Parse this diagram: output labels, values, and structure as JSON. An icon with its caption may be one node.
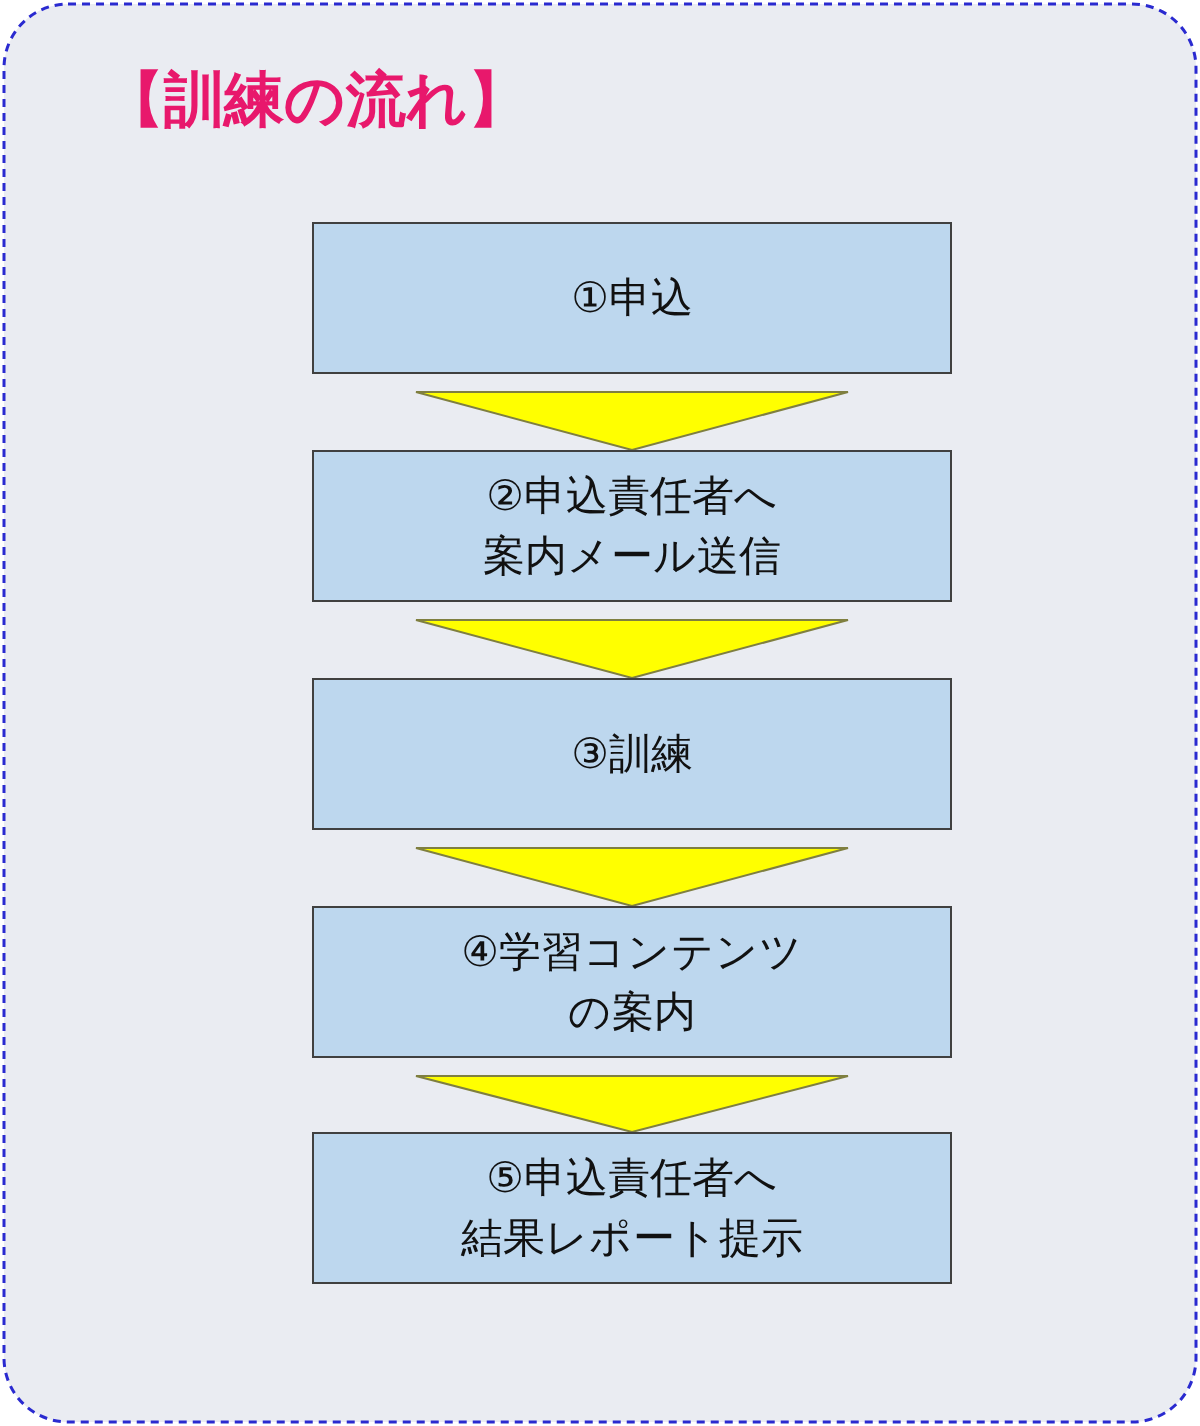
{
  "diagram": {
    "title": "【訓練の流れ】",
    "nodes": [
      {
        "text": [
          "①申込"
        ]
      },
      {
        "text": [
          "②申込責任者へ案内メール送信"
        ]
      },
      {
        "text": [
          "③訓練"
        ]
      },
      {
        "text": [
          "④学習コンテンツの案内"
        ]
      },
      {
        "text": [
          "⑤申込責任者へ結果レポート提示"
        ]
      }
    ],
    "edges": [
      {
        "from": 0,
        "to": 1,
        "arrow": "to"
      },
      {
        "from": 1,
        "to": 2,
        "arrow": "to"
      },
      {
        "from": 2,
        "to": 3,
        "arrow": "to"
      },
      {
        "from": 3,
        "to": 4,
        "arrow": "to"
      }
    ]
  }
}
